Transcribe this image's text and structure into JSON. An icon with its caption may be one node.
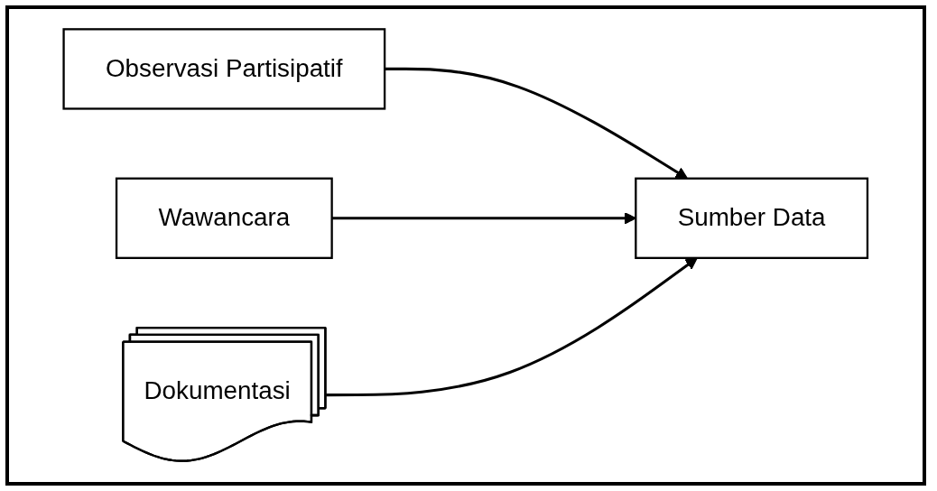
{
  "diagram": {
    "nodes": [
      {
        "text": [
          "Observasi Partisipatif"
        ]
      },
      {
        "text": [
          "Wawancara"
        ]
      },
      {
        "text": [
          "Dokumentasi"
        ]
      },
      {
        "text": [
          "Sumber Data"
        ]
      }
    ],
    "edges": [
      {
        "from": 0,
        "to": 3,
        "arrow": "to"
      },
      {
        "from": 1,
        "to": 3,
        "arrow": "to"
      },
      {
        "from": 2,
        "to": 3,
        "arrow": "to"
      }
    ]
  }
}
